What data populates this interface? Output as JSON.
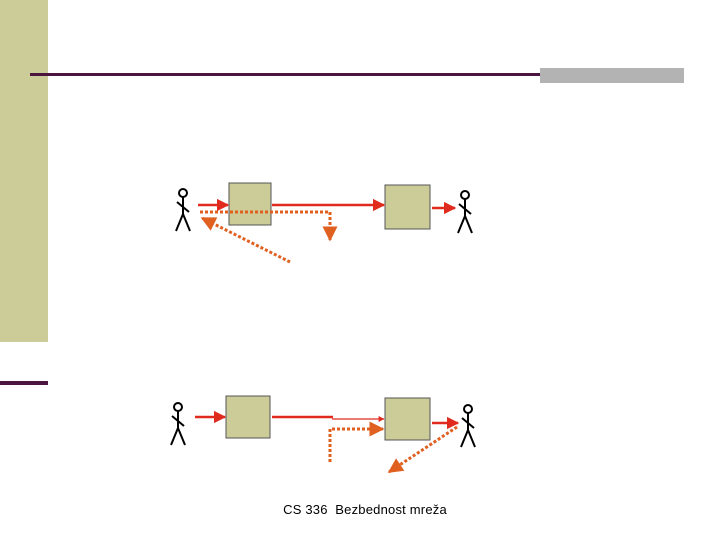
{
  "footer": {
    "text": "CS 336  Bezbednost mreža"
  },
  "colors": {
    "sidebar": "#CCCC99",
    "accent": "#4B1540",
    "rule_grey": "#B3B3B3",
    "box_fill": "#CCCC99",
    "arrow_solid": "#E02A1E",
    "arrow_dotted": "#E06020"
  },
  "diagrams": [
    {
      "name": "top-scenario",
      "description_visible_text": ""
    },
    {
      "name": "bottom-scenario",
      "description_visible_text": ""
    }
  ]
}
